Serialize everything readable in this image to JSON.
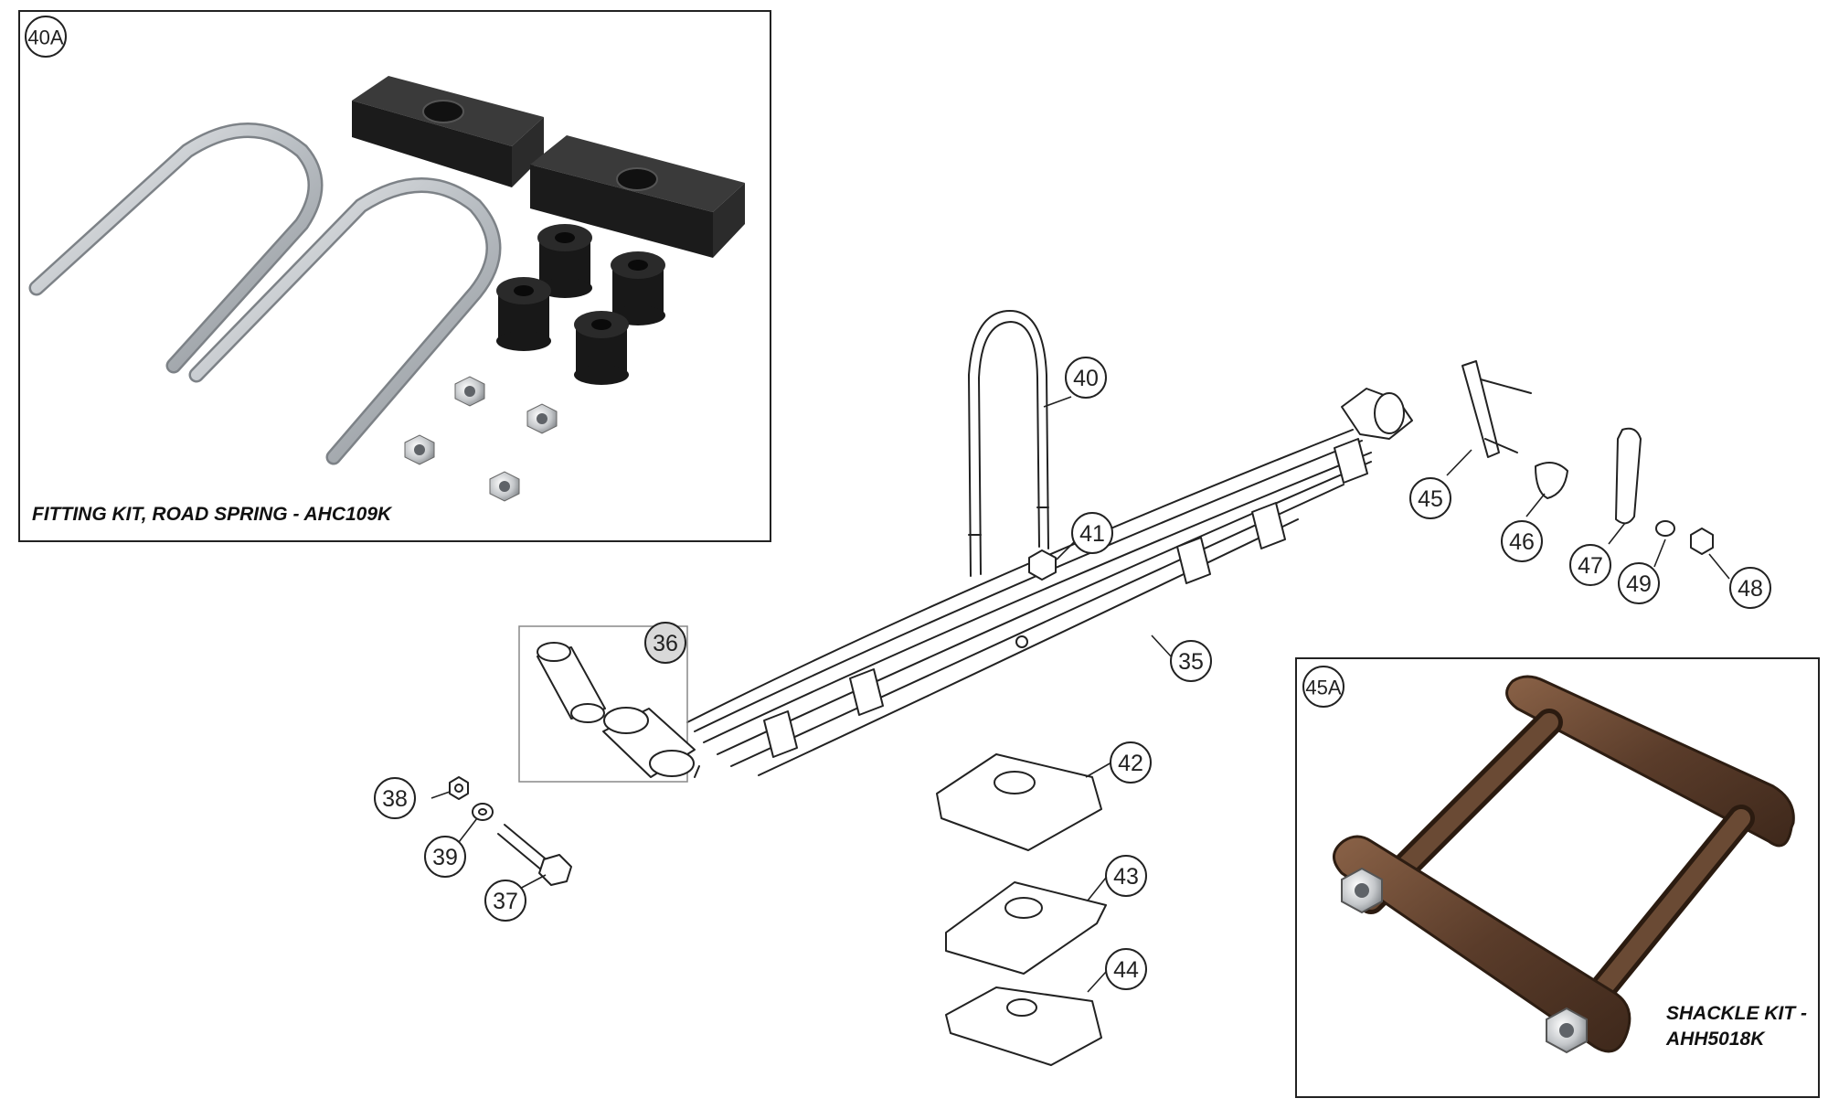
{
  "panels": {
    "fitting_kit": {
      "tag": "40A",
      "caption": "FITTING KIT, ROAD SPRING - AHC109K"
    },
    "shackle_kit": {
      "tag": "45A",
      "caption_line1": "SHACKLE KIT -",
      "caption_line2": "AHH5018K"
    }
  },
  "callouts": {
    "c35": "35",
    "c36": "36",
    "c37": "37",
    "c38": "38",
    "c39": "39",
    "c40": "40",
    "c41": "41",
    "c42": "42",
    "c43": "43",
    "c44": "44",
    "c45": "45",
    "c46": "46",
    "c47": "47",
    "c48": "48",
    "c49": "49"
  },
  "colors": {
    "line_art": "#222222",
    "rubber": "#1c1c1c",
    "zinc": "#c8ccd0",
    "shackle_steel": "#6a4a34",
    "panel_border": "#222222"
  }
}
